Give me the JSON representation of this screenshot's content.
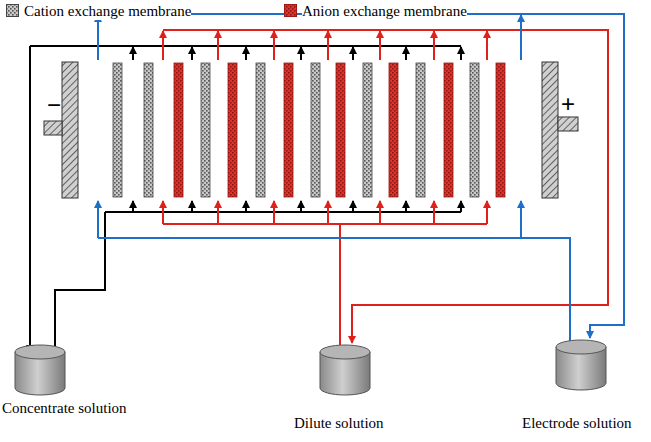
{
  "diagram": {
    "labels": [
      "−",
      "+",
      "Concentrate solution",
      "Dilute solution",
      "Electrode solution"
    ],
    "legend": [
      {
        "text": "Cation exchange membrane"
      },
      {
        "text": "Anion exchange membrane"
      }
    ]
  }
}
